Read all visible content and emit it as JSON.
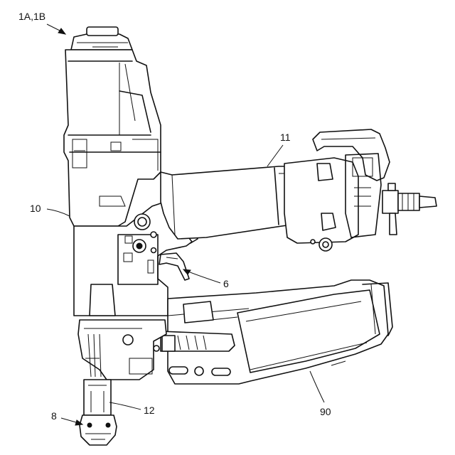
{
  "labels": {
    "assembly": "1A,1B",
    "housing": "10",
    "cylinder": "11",
    "trigger": "6",
    "nose": "12",
    "tip": "8",
    "magazine": "90"
  }
}
